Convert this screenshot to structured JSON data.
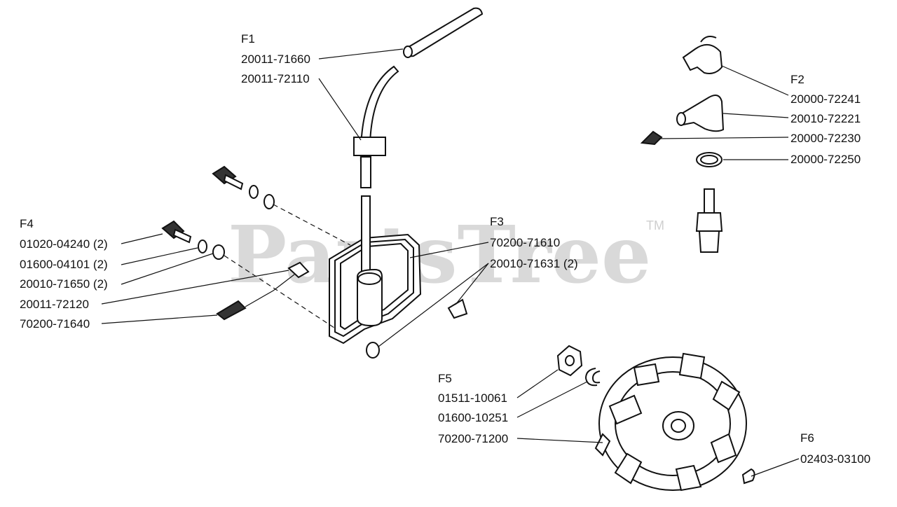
{
  "watermark": {
    "text": "PartsTree",
    "trademark": "TM"
  },
  "groups": {
    "f1": "F1",
    "f2": "F2",
    "f3": "F3",
    "f4": "F4",
    "f5": "F5",
    "f6": "F6"
  },
  "parts": {
    "p_20011_71660": "20011-71660",
    "p_20011_72110": "20011-72110",
    "p_20000_72241": "20000-72241",
    "p_20010_72221": "20010-72221",
    "p_20000_72230": "20000-72230",
    "p_20000_72250": "20000-72250",
    "p_70200_71610": "70200-71610",
    "p_20010_71631": "20010-71631 (2)",
    "p_01020_04240": "01020-04240 (2)",
    "p_01600_04101": "01600-04101 (2)",
    "p_20010_71650": "20010-71650 (2)",
    "p_20011_72120": "20011-72120",
    "p_70200_71640": "70200-71640",
    "p_01511_10061": "01511-10061",
    "p_01600_10251": "01600-10251",
    "p_70200_71200": "70200-71200",
    "p_02403_03100": "02403-03100"
  }
}
